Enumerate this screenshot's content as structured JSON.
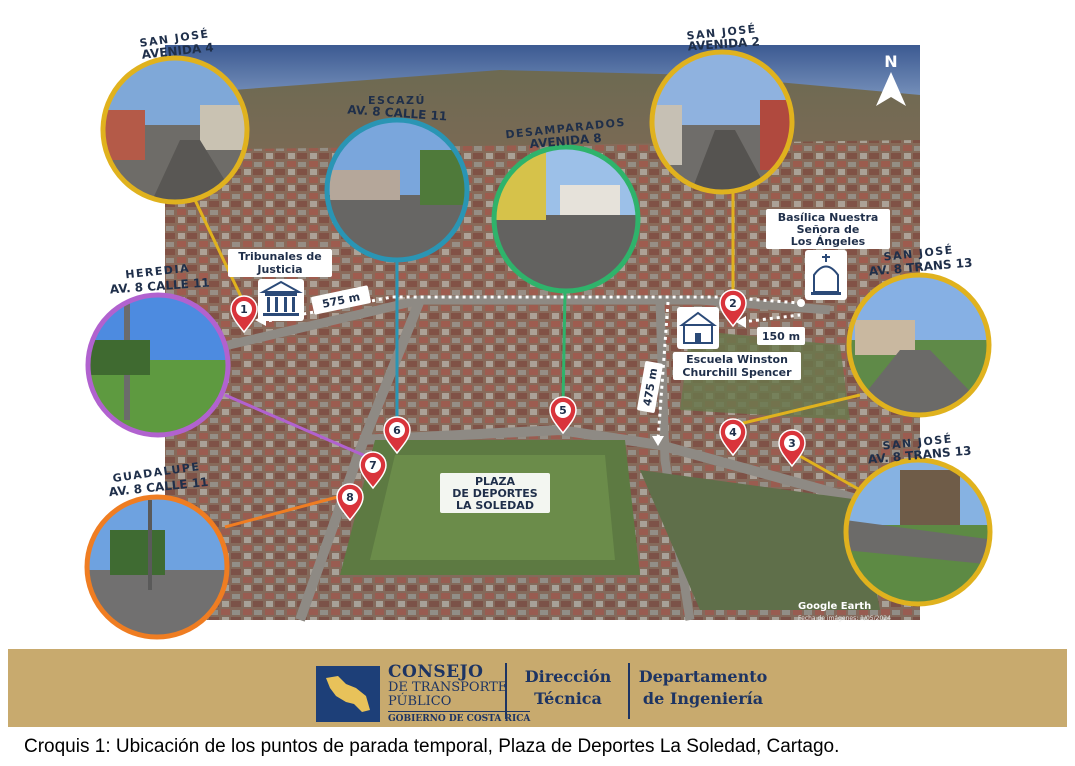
{
  "map": {
    "north_label": "N",
    "attribution": "Google Earth",
    "imagery_date_note": "Fecha de imágenes: 1/05/2024",
    "landmarks": {
      "tribunales": "Tribunales de Justicia",
      "basilica": "Basílica Nuestra Señora de Los Ángeles",
      "escuela": "Escuela Winston Churchill Spencer",
      "plaza": "PLAZA DE DEPORTES LA SOLEDAD"
    },
    "distances": {
      "d575": "575 m",
      "d150": "150 m",
      "d475": "475 m"
    },
    "stops": [
      {
        "number": "1",
        "name": "SAN JOSÉ",
        "street": "AVENIDA 4",
        "ring_color": "#e0b21e"
      },
      {
        "number": "2",
        "name": "SAN JOSÉ",
        "street": "AVENIDA 2",
        "ring_color": "#e0b21e"
      },
      {
        "number": "3",
        "name": "SAN JOSÉ",
        "street": "AV. 8 TRANS 13",
        "ring_color": "#e0b21e"
      },
      {
        "number": "4",
        "name": "SAN JOSÉ",
        "street": "AV. 8 TRANS 13",
        "ring_color": "#e0b21e"
      },
      {
        "number": "5",
        "name": "DESAMPARADOS",
        "street": "AVENIDA 8",
        "ring_color": "#2fb36b"
      },
      {
        "number": "6",
        "name": "ESCAZÚ",
        "street": "AV. 8 CALLE 11",
        "ring_color": "#2a95b4"
      },
      {
        "number": "7",
        "name": "HEREDIA",
        "street": "AV. 8 CALLE 11",
        "ring_color": "#b162cf"
      },
      {
        "number": "8",
        "name": "GUADALUPE",
        "street": "AV. 8 CALLE 11",
        "ring_color": "#ef7d22"
      }
    ],
    "pin_color": "#d9343b"
  },
  "footer": {
    "org_line1": "CONSEJO",
    "org_line2": "DE TRANSPORTE",
    "org_line3": "PÚBLICO",
    "org_line4": "GOBIERNO DE COSTA RICA",
    "unit1_line1": "Dirección",
    "unit1_line2": "Técnica",
    "unit2_line1": "Departamento",
    "unit2_line2": "de Ingeniería",
    "bg_color": "#c8aa6e"
  },
  "caption": "Croquis 1: Ubicación de los puntos de parada temporal, Plaza de Deportes La Soledad, Cartago."
}
